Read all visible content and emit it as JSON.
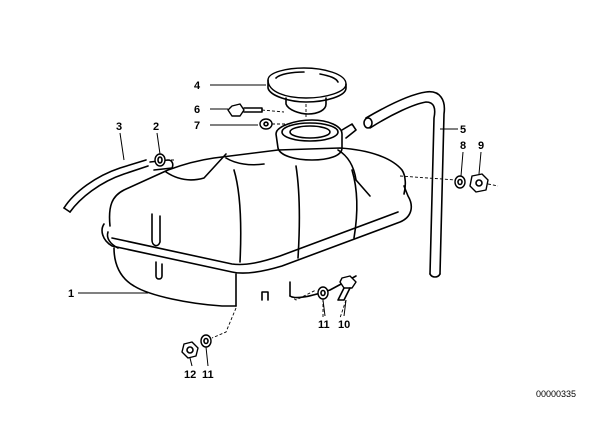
{
  "callouts": {
    "c1": "1",
    "c2": "2",
    "c3": "3",
    "c4": "4",
    "c5": "5",
    "c6": "6",
    "c7": "7",
    "c8": "8",
    "c9": "9",
    "c10": "10",
    "c11a": "11",
    "c11b": "11",
    "c12": "12"
  },
  "drawing_code": "00000335"
}
